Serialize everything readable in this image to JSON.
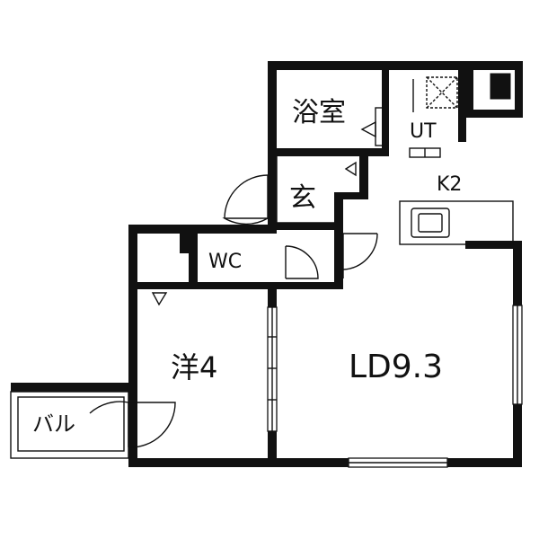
{
  "floor_plan": {
    "rooms": {
      "bath": "浴室",
      "utility": "UT",
      "entrance": "玄",
      "kitchen": "K2",
      "toilet": "WC",
      "western_room": "洋4",
      "living_dining": "LD9.3",
      "balcony": "バル"
    }
  },
  "colors": {
    "wall": "#111111",
    "background": "#ffffff",
    "fixture": "#111111"
  }
}
